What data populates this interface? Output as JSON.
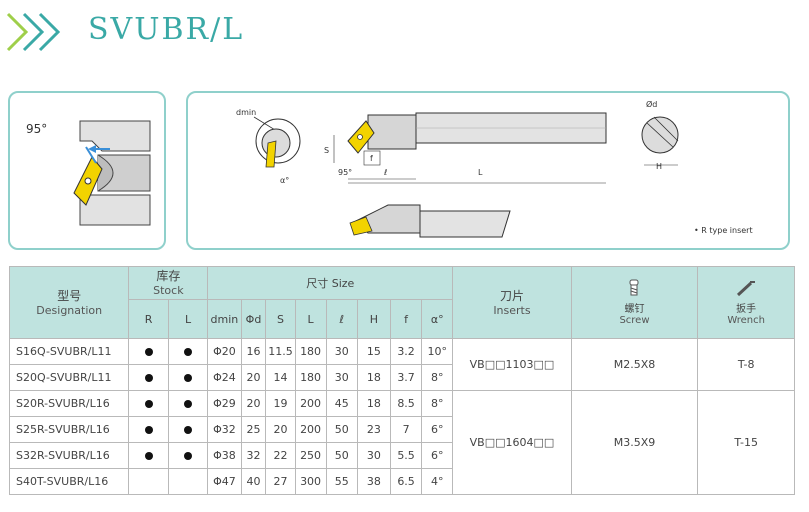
{
  "header": {
    "title": "SVUBR/L"
  },
  "diagram": {
    "angle_95": "95°",
    "labels": {
      "dmin": "dmin",
      "alpha": "α°",
      "S": "S",
      "f": "f",
      "angle95": "95°",
      "ell": "ℓ",
      "L": "L",
      "phid": "Ød",
      "H": "H",
      "note": "• R type insert"
    }
  },
  "table": {
    "head": {
      "designation_cn": "型号",
      "designation_en": "Designation",
      "stock_cn": "库存",
      "stock_en": "Stock",
      "size_label": "尺寸 Size",
      "inserts_cn": "刀片",
      "inserts_en": "Inserts",
      "screw_cn": "螺钉",
      "screw_en": "Screw",
      "wrench_cn": "扳手",
      "wrench_en": "Wrench",
      "R": "R",
      "L": "L",
      "cols": [
        "dmin",
        "Φd",
        "S",
        "L",
        "ℓ",
        "H",
        "f",
        "α°"
      ]
    },
    "rows": [
      {
        "designation": "S16Q-SVUBR/L11",
        "R": true,
        "L": true,
        "dmin": "Φ20",
        "d": "16",
        "S": "11.5",
        "Lval": "180",
        "l": "30",
        "H": "15",
        "f": "3.2",
        "a": "10°"
      },
      {
        "designation": "S20Q-SVUBR/L11",
        "R": true,
        "L": true,
        "dmin": "Φ24",
        "d": "20",
        "S": "14",
        "Lval": "180",
        "l": "30",
        "H": "18",
        "f": "3.7",
        "a": "8°"
      },
      {
        "designation": "S20R-SVUBR/L16",
        "R": true,
        "L": true,
        "dmin": "Φ29",
        "d": "20",
        "S": "19",
        "Lval": "200",
        "l": "45",
        "H": "18",
        "f": "8.5",
        "a": "8°"
      },
      {
        "designation": "S25R-SVUBR/L16",
        "R": true,
        "L": true,
        "dmin": "Φ32",
        "d": "25",
        "S": "20",
        "Lval": "200",
        "l": "50",
        "H": "23",
        "f": "7",
        "a": "6°"
      },
      {
        "designation": "S32R-SVUBR/L16",
        "R": true,
        "L": true,
        "dmin": "Φ38",
        "d": "32",
        "S": "22",
        "Lval": "250",
        "l": "50",
        "H": "30",
        "f": "5.5",
        "a": "6°"
      },
      {
        "designation": "S40T-SVUBR/L16",
        "R": false,
        "L": false,
        "dmin": "Φ47",
        "d": "40",
        "S": "27",
        "Lval": "300",
        "l": "55",
        "H": "38",
        "f": "6.5",
        "a": "4°"
      }
    ],
    "groups": [
      {
        "insert": "VB□□1103□□",
        "screw": "M2.5X8",
        "wrench": "T-8"
      },
      {
        "insert": "VB□□1604□□",
        "screw": "M3.5X9",
        "wrench": "T-15"
      }
    ]
  },
  "colors": {
    "accent": "#3aa9a6",
    "header_bg": "#bfe3df",
    "panel_border": "#8fd0cb",
    "insert_yellow": "#f2d300"
  }
}
